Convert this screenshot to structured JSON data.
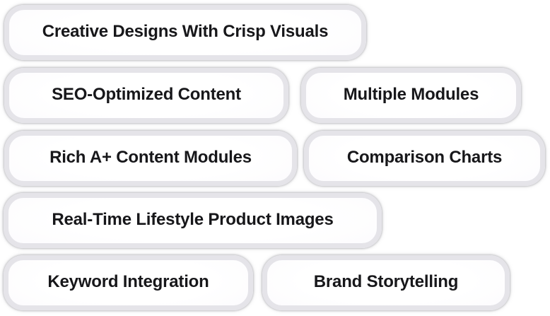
{
  "colors": {
    "page_background": "#ffffff",
    "pill_ring": "#e5e4e9",
    "pill_fill_center": "#ffffff",
    "pill_fill_edge": "#efecf7",
    "text": "#17171a"
  },
  "features": {
    "items": [
      {
        "label": "Creative Designs With Crisp Visuals"
      },
      {
        "label": "SEO-Optimized Content"
      },
      {
        "label": "Multiple Modules"
      },
      {
        "label": "Rich A+ Content Modules"
      },
      {
        "label": "Comparison Charts"
      },
      {
        "label": "Real-Time Lifestyle Product Images"
      },
      {
        "label": "Keyword Integration"
      },
      {
        "label": "Brand Storytelling"
      }
    ]
  }
}
